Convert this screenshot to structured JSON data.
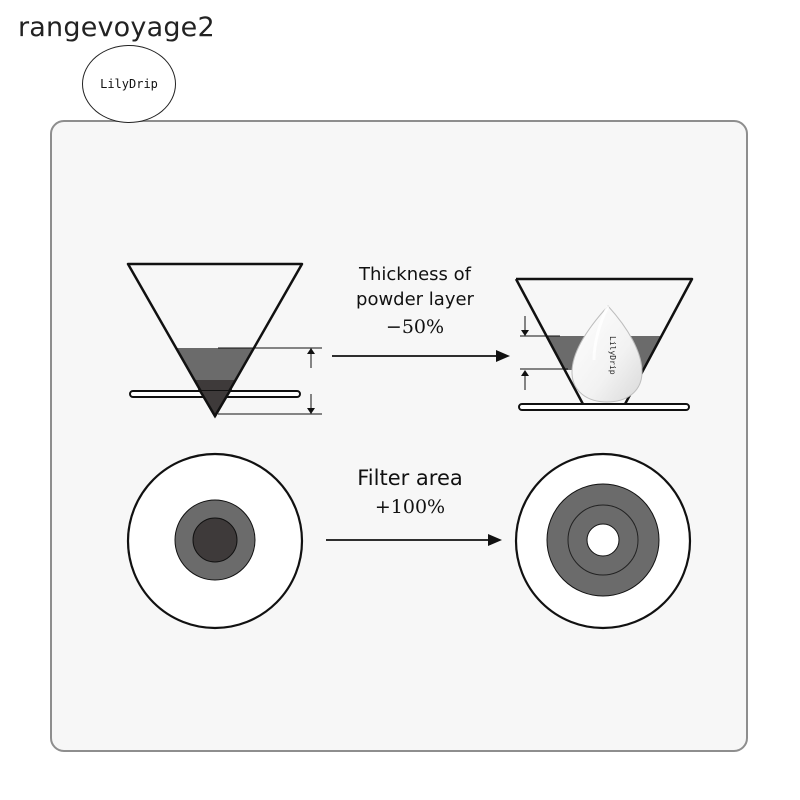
{
  "watermark": "rangevoyage2",
  "logo": {
    "text": "LilyDrip"
  },
  "top_row": {
    "title_line1": "Thickness of",
    "title_line2": "powder layer",
    "value": "−50%",
    "insert_logo_text": "LilyDrip"
  },
  "bottom_row": {
    "title": "Filter area",
    "value": "+100%"
  },
  "colors": {
    "powder_light": "#6b6b6b",
    "powder_dark": "#3e3a3a",
    "panel_border": "#8e8e8e",
    "panel_bg": "#f7f7f7",
    "line": "#111111"
  }
}
